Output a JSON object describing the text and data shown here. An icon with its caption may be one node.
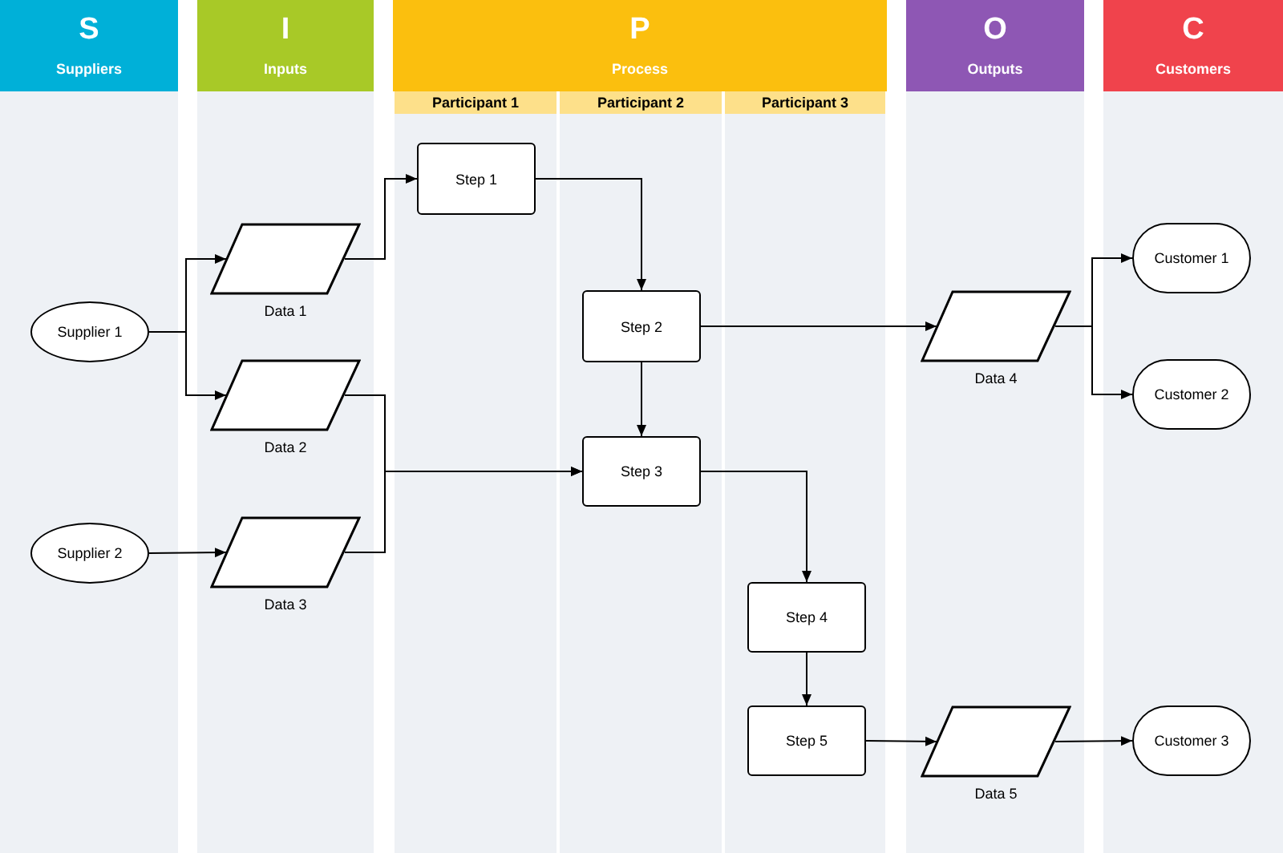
{
  "diagram": {
    "nodes": [
      {
        "text": [
          "S",
          "Suppliers"
        ]
      },
      {
        "text": [
          "I",
          "Inputs"
        ]
      },
      {
        "text": [
          "P",
          "Process"
        ]
      },
      {
        "text": [
          "Participant 1"
        ],
        "in": 2
      },
      {
        "text": [
          "Participant 2"
        ],
        "in": 2
      },
      {
        "text": [
          "Participant 3"
        ],
        "in": 2
      },
      {
        "text": [
          "O",
          "Outputs"
        ]
      },
      {
        "text": [
          "C",
          "Customers"
        ]
      },
      {
        "text": [
          "Supplier 1"
        ],
        "in": 0
      },
      {
        "text": [
          "Supplier 2"
        ],
        "in": 0
      },
      {
        "text": [],
        "shape": "parallelogram",
        "beside": [
          "Data 1"
        ],
        "in": 1
      },
      {
        "text": [],
        "shape": "parallelogram",
        "beside": [
          "Data 2"
        ],
        "in": 1
      },
      {
        "text": [],
        "shape": "parallelogram",
        "beside": [
          "Data 3"
        ],
        "in": 1
      },
      {
        "text": [
          "Step 1"
        ],
        "in": 3
      },
      {
        "text": [
          "Step 2"
        ],
        "in": 4
      },
      {
        "text": [
          "Step 3"
        ],
        "in": 4
      },
      {
        "text": [
          "Step 4"
        ],
        "in": 5
      },
      {
        "text": [
          "Step 5"
        ],
        "in": 5
      },
      {
        "text": [],
        "shape": "parallelogram",
        "beside": [
          "Data 4"
        ],
        "in": 6
      },
      {
        "text": [],
        "shape": "parallelogram",
        "beside": [
          "Data 5"
        ],
        "in": 6
      },
      {
        "text": [
          "Customer 1"
        ],
        "in": 7
      },
      {
        "text": [
          "Customer 2"
        ],
        "in": 7
      },
      {
        "text": [
          "Customer 3"
        ],
        "in": 7
      }
    ],
    "edges": [
      {
        "from": 8,
        "to": 10,
        "arrow": "to"
      },
      {
        "from": 8,
        "to": 11,
        "arrow": "to"
      },
      {
        "from": 9,
        "to": 12,
        "arrow": "to"
      },
      {
        "from": 10,
        "to": 13,
        "arrow": "to"
      },
      {
        "from": 11,
        "to": 15,
        "arrow": "to"
      },
      {
        "from": 12,
        "to": 15,
        "arrow": "to"
      },
      {
        "from": 13,
        "to": 14,
        "arrow": "to"
      },
      {
        "from": 14,
        "to": 18,
        "arrow": "to"
      },
      {
        "from": 14,
        "to": 15,
        "arrow": "to"
      },
      {
        "from": 15,
        "to": 16,
        "arrow": "to"
      },
      {
        "from": 16,
        "to": 17,
        "arrow": "to"
      },
      {
        "from": 17,
        "to": 19,
        "arrow": "to"
      },
      {
        "from": 18,
        "to": 20,
        "arrow": "to"
      },
      {
        "from": 18,
        "to": 21,
        "arrow": "to"
      },
      {
        "from": 19,
        "to": 22,
        "arrow": "to"
      }
    ]
  }
}
